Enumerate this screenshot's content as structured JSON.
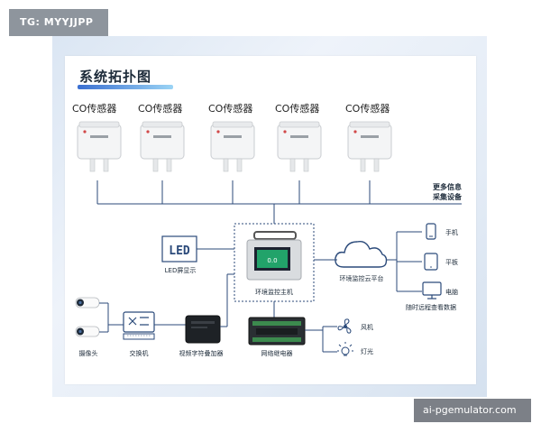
{
  "watermark": "TG: MYYJJPP",
  "footer": "ai-pgemulator.com",
  "title": "系统拓扑图",
  "sensors": [
    {
      "label": "CO传感器"
    },
    {
      "label": "CO传感器"
    },
    {
      "label": "CO传感器"
    },
    {
      "label": "CO传感器"
    },
    {
      "label": "CO传感器"
    }
  ],
  "more_devices": "更多信息采集设备",
  "more_devices_lines": [
    "更多信息",
    "采集设备"
  ],
  "led": "LED屏显示",
  "host": "环境监控主机",
  "host_screen": "0.0",
  "cloud": "环境监控云平台",
  "phone": "手机",
  "tablet": "平板",
  "pc": "电脑",
  "remote": "随时远程查看数据",
  "camera": "摄像头",
  "switch": "交换机",
  "overlay": "视频字符叠加器",
  "relay": "网络继电器",
  "fan": "风机",
  "light": "灯光",
  "colors": {
    "line": "#2b4a7a",
    "accent": "#3a6fd1",
    "screen": "#22a36a"
  }
}
